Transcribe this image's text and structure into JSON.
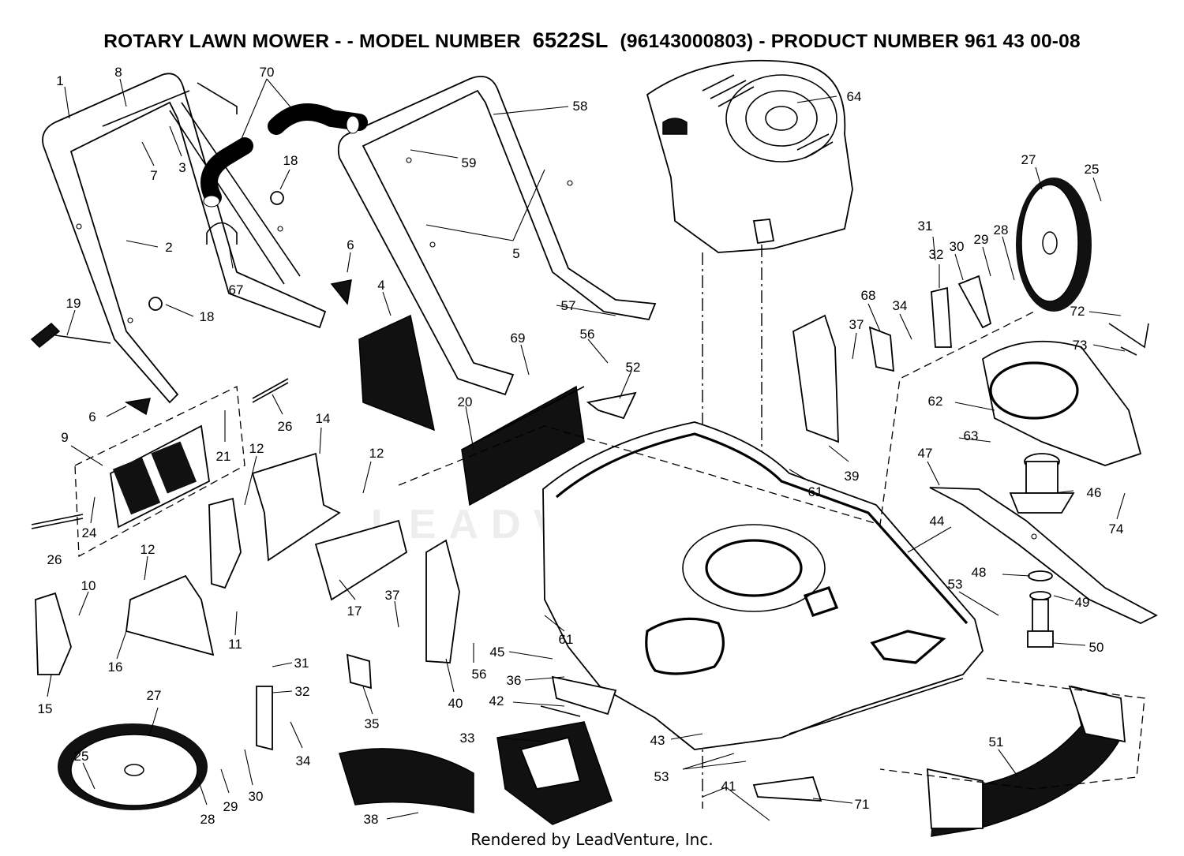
{
  "title": {
    "prefix": "ROTARY LAWN MOWER - - MODEL NUMBER",
    "model": "6522SL",
    "suffix": "(96143000803) - PRODUCT NUMBER 961 43 00-08"
  },
  "footer": "Rendered by LeadVenture, Inc.",
  "watermark": "LEADVENTURE",
  "parts": [
    "1",
    "8",
    "70",
    "58",
    "64",
    "27",
    "25",
    "7",
    "3",
    "18",
    "59",
    "2",
    "5",
    "31",
    "32",
    "30",
    "29",
    "28",
    "67",
    "6",
    "72",
    "68",
    "37",
    "34",
    "73",
    "19",
    "18",
    "4",
    "57",
    "56",
    "52",
    "69",
    "62",
    "6",
    "26",
    "63",
    "20",
    "47",
    "9",
    "21",
    "14",
    "39",
    "12",
    "12",
    "61",
    "46",
    "24",
    "74",
    "26",
    "44",
    "12",
    "10",
    "37",
    "48",
    "53",
    "49",
    "11",
    "16",
    "61",
    "56",
    "45",
    "50",
    "15",
    "17",
    "40",
    "36",
    "31",
    "35",
    "42",
    "32",
    "27",
    "33",
    "43",
    "51",
    "25",
    "34",
    "53",
    "41",
    "71",
    "38",
    "30",
    "29",
    "28"
  ]
}
